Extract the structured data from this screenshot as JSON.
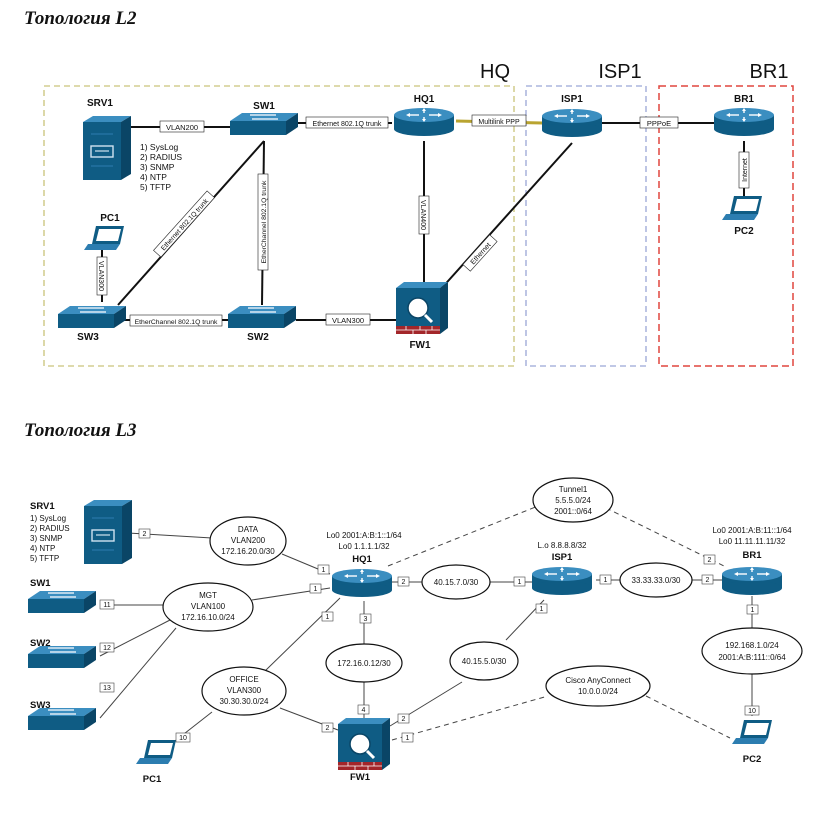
{
  "l2": {
    "title": "Топология L2",
    "zones": {
      "hq": "HQ",
      "isp": "ISP1",
      "br": "BR1"
    },
    "devices": {
      "srv1": "SRV1",
      "sw1": "SW1",
      "hq1": "HQ1",
      "isp1": "ISP1",
      "br1": "BR1",
      "pc1": "PC1",
      "sw3": "SW3",
      "sw2": "SW2",
      "fw1": "FW1",
      "pc2": "PC2"
    },
    "services": [
      "1) SysLog",
      "2) RADIUS",
      "3) SNMP",
      "4) NTP",
      "5) TFTP"
    ],
    "links": {
      "srv_sw1": "VLAN200",
      "sw1_hq1": "Ethernet 802.1Q trunk",
      "hq1_isp1": "Multilink PPP",
      "isp1_br1": "PPPoE",
      "br1_pc2": "Internet",
      "sw3_sw1": "Ethernet 802.1Q trunk",
      "sw1_sw2": "EtherChannel 802.1Q trunk",
      "hq1_fw1": "VLAN400",
      "isp1_fw1": "Ethernet",
      "pc1_sw3": "VLAN300",
      "sw3_sw2": "EtherChannel 802.1Q trunk",
      "sw2_fw1": "VLAN300"
    }
  },
  "l3": {
    "title": "Топология L3",
    "devices": {
      "srv1": "SRV1",
      "sw1": "SW1",
      "sw2": "SW2",
      "sw3": "SW3",
      "pc1": "PC1",
      "hq1": "HQ1",
      "isp1": "ISP1",
      "br1": "BR1",
      "fw1": "FW1",
      "pc2": "PC2"
    },
    "services": [
      "1) SysLog",
      "2) RADIUS",
      "3) SNMP",
      "4) NTP",
      "5) TFTP"
    ],
    "hq1_loopbacks": [
      "Lo0 2001:A:B:1::1/64",
      "Lo0 1.1.1.1/32"
    ],
    "isp1_loopback": "L.o 8.8.8.8/32",
    "br1_loopbacks": [
      "Lo0 2001:A:B:11::1/64",
      "Lo0 11.11.11.11/32"
    ],
    "clouds": {
      "data": [
        "DATA",
        "VLAN200",
        "172.16.20.0/30"
      ],
      "mgt": [
        "MGT",
        "VLAN100",
        "172.16.10.0/24"
      ],
      "office": [
        "OFFICE",
        "VLAN300",
        "30.30.30.0/24"
      ],
      "tunnel": [
        "Tunnel1",
        "5.5.5.0/24",
        "2001::0/64"
      ],
      "hq_isp": [
        "40.15.7.0/30"
      ],
      "isp_br": [
        "33.33.33.0/30"
      ],
      "hq_fw": [
        "172.16.0.12/30"
      ],
      "isp_fw": [
        "40.15.5.0/30"
      ],
      "anyconnect": [
        "Cisco AnyConnect",
        "10.0.0.0/24"
      ],
      "br_lan": [
        "192.168.1.0/24",
        "2001:A:B:111::0/64"
      ]
    },
    "ports": {
      "srv": "2",
      "data_hq": "1",
      "sw1": "11",
      "sw2": "12",
      "sw3": "13",
      "mgt_hq": "1",
      "hq_isp": "2",
      "isp_hq": "1",
      "isp_br": "1",
      "br_isp": "2",
      "tunnel_br": "2",
      "hq_fw_top": "3",
      "hq_office": "1",
      "fw_top": "4",
      "office_fw": "2",
      "pc1": "10",
      "isp_fw_top": "1",
      "fw_isp": "2",
      "fw_any": "1",
      "br_down": "1",
      "pc2": "10"
    }
  }
}
